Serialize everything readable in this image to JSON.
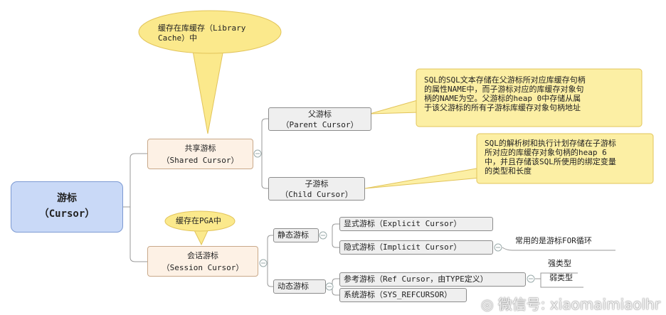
{
  "root": {
    "title": "游标",
    "subtitle": "（Cursor）"
  },
  "shared": {
    "title": "共享游标",
    "subtitle": "（Shared Cursor）"
  },
  "session": {
    "title": "会话游标",
    "subtitle": "（Session Cursor）"
  },
  "parent": {
    "title": "父游标",
    "subtitle": "（Parent Cursor）"
  },
  "child": {
    "title": "子游标",
    "subtitle": "（Child Cursor）"
  },
  "static": {
    "label": "静态游标"
  },
  "dynamic": {
    "label": "动态游标"
  },
  "explicit": {
    "label": "显式游标（Explicit Cursor）"
  },
  "implicit": {
    "label": "隐式游标（Implicit Cursor）",
    "note": "常用的是游标FOR循环"
  },
  "ref": {
    "label": "参考游标（Ref Cursor，由TYPE定义）",
    "strong": "强类型",
    "weak": "弱类型"
  },
  "sys": {
    "label": "系统游标（SYS_REFCURSOR）"
  },
  "callouts": {
    "library": [
      "缓存在库缓存（Library",
      "Cache）中"
    ],
    "pga": "缓存在PGA中"
  },
  "notes": {
    "parent": [
      "SQL的SQL文本存储在父游标所对应库缓存句柄",
      "的属性NAME中，而子游标对应的库缓存对象句",
      "柄的NAME为空。父游标的heap 0中存储从属",
      "于该父游标的所有子游标库缓存对象句柄地址"
    ],
    "child": [
      "SQL的解析树和执行计划存储在子游标",
      "所对应的库缓存对象句柄的heap 6",
      "中，并且存储该SQL所使用的绑定变量",
      "的类型和长度"
    ]
  },
  "watermark": "微信号: xiaomaimiaolhr",
  "colors": {
    "callout": "#fbe98c",
    "note": "#fcefa4",
    "root": "#c9d9f7"
  }
}
